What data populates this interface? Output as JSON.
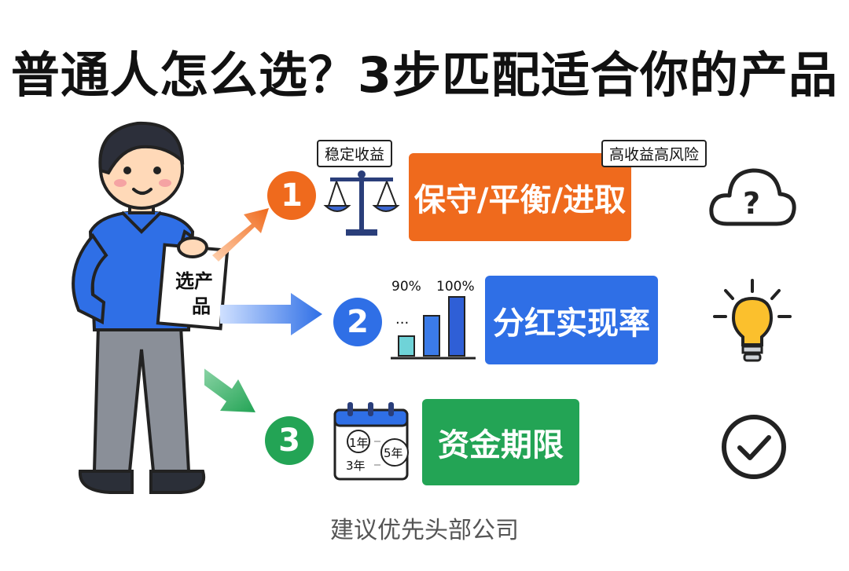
{
  "title": "普通人怎么选？3步匹配适合你的产品",
  "person": {
    "paper_line1": "选产",
    "paper_line2": "品"
  },
  "steps": [
    {
      "number": "1",
      "color": "#ef6a1d",
      "label": "保守/平衡/进取",
      "tag_left": "稳定收益",
      "tag_right": "高收益高风险",
      "icon": "scale-icon",
      "side_icon": "question-cloud-icon"
    },
    {
      "number": "2",
      "color": "#2f6fe6",
      "label": "分红实现率",
      "chart_labels": [
        "90%",
        "100%"
      ],
      "icon": "bar-chart-icon",
      "side_icon": "lightbulb-icon"
    },
    {
      "number": "3",
      "color": "#23a455",
      "label": "资金期限",
      "calendar_labels": [
        "1年",
        "3年",
        "5年"
      ],
      "icon": "calendar-icon",
      "side_icon": "check-circle-icon"
    }
  ],
  "footer": "建议优先头部公司"
}
